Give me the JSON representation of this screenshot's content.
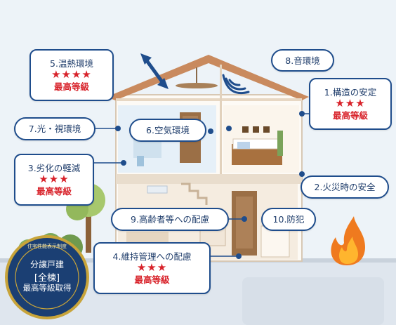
{
  "labels": {
    "onnetsu": {
      "title": "5.温熱環境",
      "stars": "★★★★",
      "grade": "最高等級"
    },
    "oto": {
      "title": "8.音環境"
    },
    "kozo": {
      "title": "1.構造の安定",
      "stars": "★★★",
      "grade": "最高等級"
    },
    "hikari": {
      "title": "7.光・視環境"
    },
    "kuki": {
      "title": "6.空気環境"
    },
    "rekka": {
      "title": "3.劣化の軽減",
      "stars": "★★★",
      "grade": "最高等級"
    },
    "kasai": {
      "title": "2.火災時の安全"
    },
    "koreisha": {
      "title": "9.高齢者等への配慮"
    },
    "bohan": {
      "title": "10.防犯"
    },
    "iji": {
      "title": "4.維持管理への配慮",
      "stars": "★★★",
      "grade": "最高等級"
    }
  },
  "badge": {
    "top_text": "住宅性能表示制度",
    "line1": "分譲戸建",
    "line2": "[全棟]",
    "line3": "最高等級取得"
  },
  "colors": {
    "navy": "#1f4d8c",
    "red": "#d8222a",
    "roof": "#c98a5e",
    "badge": "#1b3f73"
  }
}
